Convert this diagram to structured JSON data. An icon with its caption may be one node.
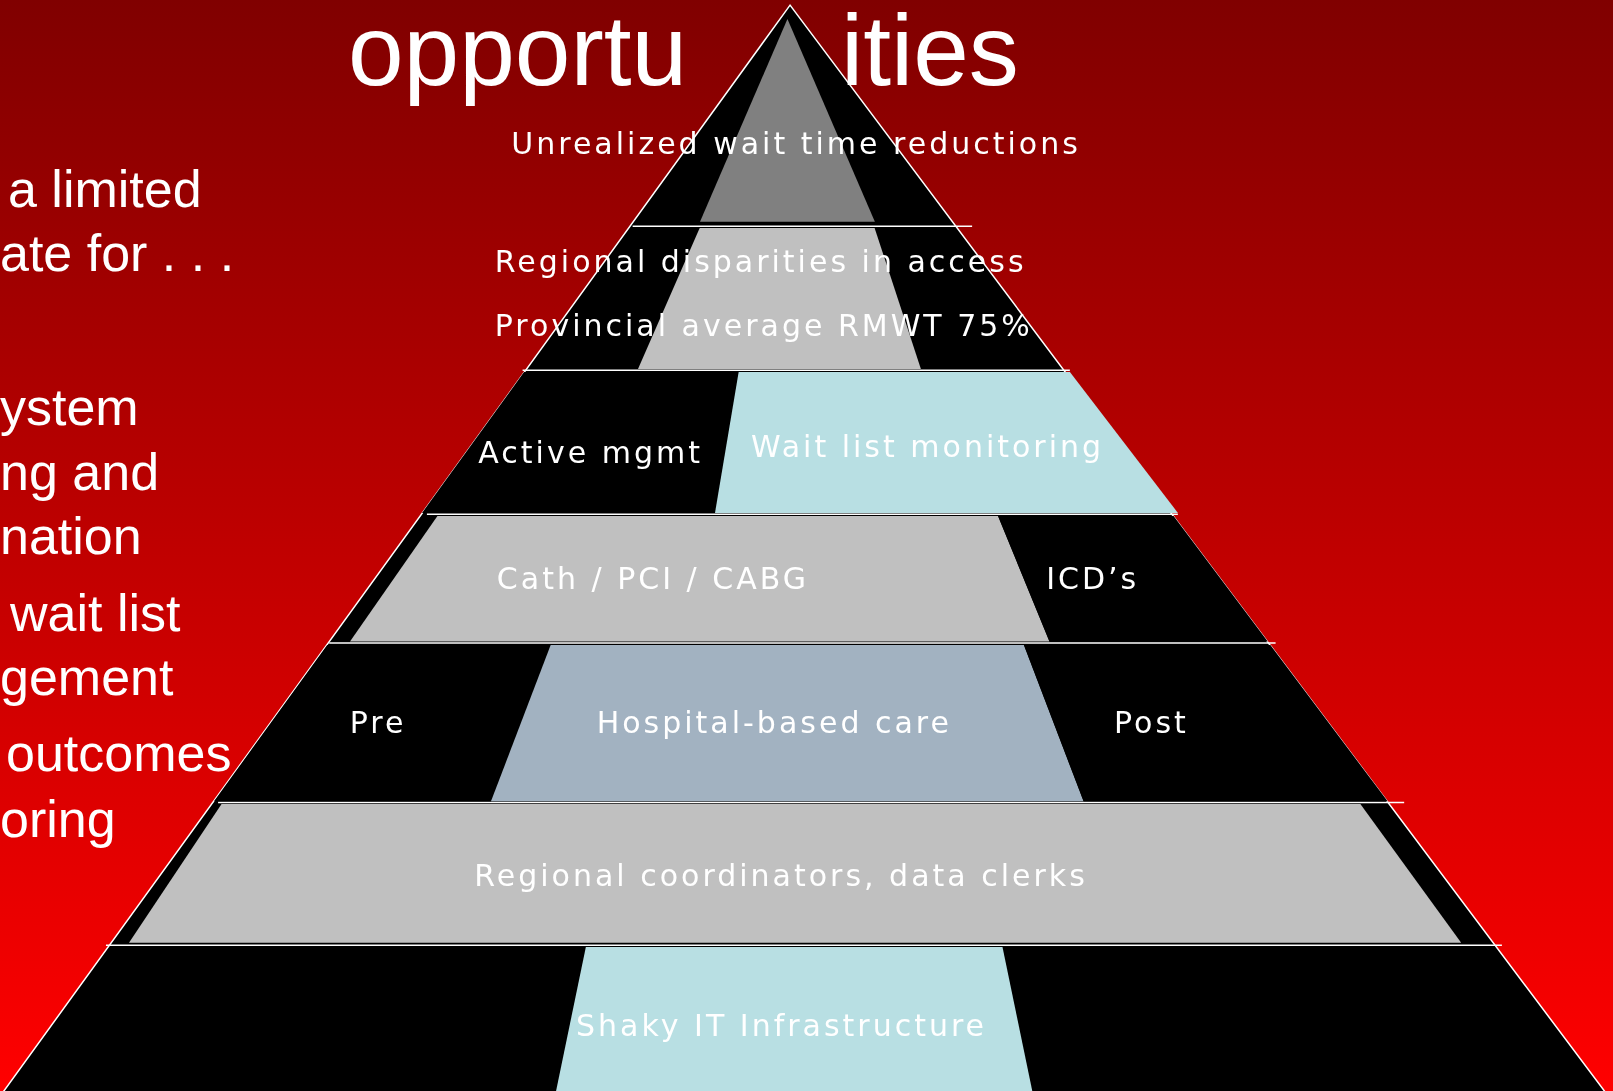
{
  "diagram": {
    "nodes": [
      {
        "text": [
          "Unrealized wait time reductions"
        ]
      },
      {
        "text": [
          "Regional disparities in access",
          "Provincial average RMWT 75%"
        ]
      },
      {
        "text": [
          "Active mgmt"
        ]
      },
      {
        "text": [
          "Wait list monitoring"
        ]
      },
      {
        "text": [
          "Cath / PCI / CABG"
        ]
      },
      {
        "text": [
          "ICD’s"
        ]
      },
      {
        "text": [
          "Pre"
        ]
      },
      {
        "text": [
          "Hospital-based care"
        ]
      },
      {
        "text": [
          "Post"
        ]
      },
      {
        "text": [
          "Regional coordinators, data clerks"
        ]
      },
      {
        "text": [
          "Shaky IT Infrastructure"
        ]
      }
    ],
    "labels": [
      "opportu",
      "ities",
      "a limited",
      "ate for  . . .",
      "ystem",
      "ng and",
      "nation",
      "wait list",
      "gement",
      "outcomes",
      "oring"
    ]
  }
}
